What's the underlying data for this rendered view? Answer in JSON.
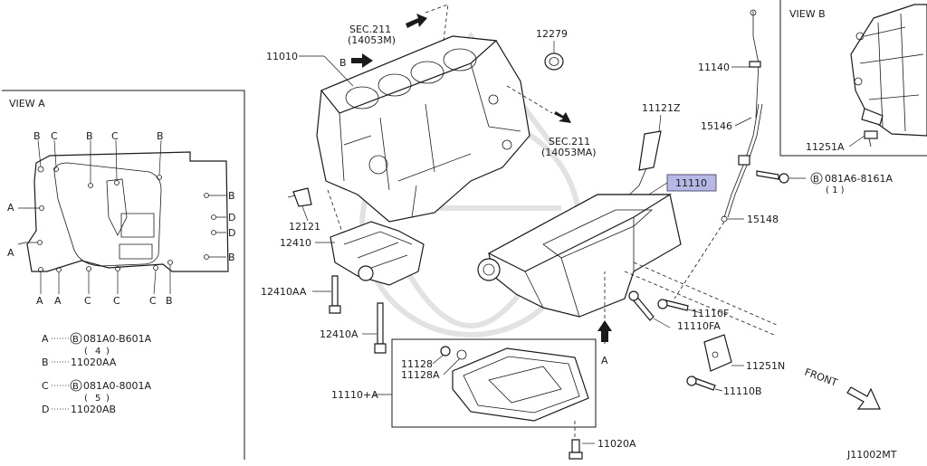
{
  "diagram": {
    "code": "J11002MT",
    "view_a": {
      "title": "VIEW A",
      "letters": [
        "B",
        "C",
        "B",
        "C",
        "B",
        "A",
        "A",
        "B",
        "D",
        "D",
        "B",
        "A",
        "A",
        "C",
        "C",
        "C",
        "B"
      ],
      "legend": [
        {
          "key": "A",
          "value": "081A0-B601A",
          "qty": "4",
          "bolt": "B"
        },
        {
          "key": "B",
          "value": "11020AA"
        },
        {
          "key": "C",
          "value": "081A0-8001A",
          "qty": "5",
          "bolt": "B"
        },
        {
          "key": "D",
          "value": "11020AB"
        }
      ]
    },
    "view_b": {
      "title": "VIEW B",
      "part": "11251A"
    },
    "callouts": {
      "sec_211_top": "SEC.211",
      "sec_211_top_ref": "(14053M)",
      "sec_211_mid": "SEC.211",
      "sec_211_mid_ref": "(14053MA)",
      "p11010": "11010",
      "arrow_b": "B",
      "p12279": "12279",
      "p11121z": "11121Z",
      "p11140": "11140",
      "p15146": "15146",
      "p11110": "11110",
      "bolt_b": "B",
      "p081a6": "081A6-8161A",
      "p081a6_qty": "( 1 )",
      "p15148": "15148",
      "p12121": "12121",
      "p12410": "12410",
      "p12410aa": "12410AA",
      "p12410a": "12410A",
      "p11110f": "11110F",
      "p11110fa": "11110FA",
      "arrow_a": "A",
      "p11128": "11128",
      "p11128a": "11128A",
      "p11110plusa": "11110+A",
      "p11251n": "11251N",
      "p11110b": "11110B",
      "front": "FRONT",
      "p11020a": "11020A"
    },
    "highlight_color": "#b7b7e6"
  }
}
